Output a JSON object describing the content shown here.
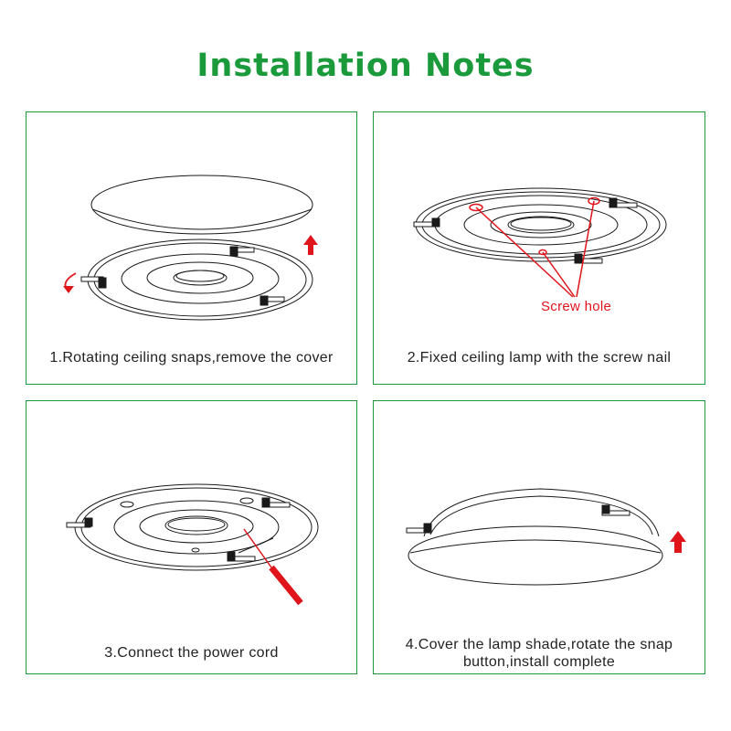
{
  "header": {
    "title": "Installation Notes"
  },
  "colors": {
    "title": "#1b9a3c",
    "panel_border": "#1b9a3c",
    "annotation": "#e0141b",
    "line_art": "#1a1a1a"
  },
  "steps": [
    {
      "caption": "1.Rotating ceiling snaps,remove the cover",
      "icons": [
        "rotate-arrow-icon",
        "up-arrow-icon"
      ]
    },
    {
      "caption": "2.Fixed ceiling lamp with the screw nail",
      "label": "Screw hole"
    },
    {
      "caption": "3.Connect the power cord",
      "icons": [
        "screwdriver-icon"
      ]
    },
    {
      "caption_line1": "4.Cover the lamp shade,rotate the snap",
      "caption_line2": "button,install complete",
      "icons": [
        "up-arrow-icon"
      ]
    }
  ]
}
